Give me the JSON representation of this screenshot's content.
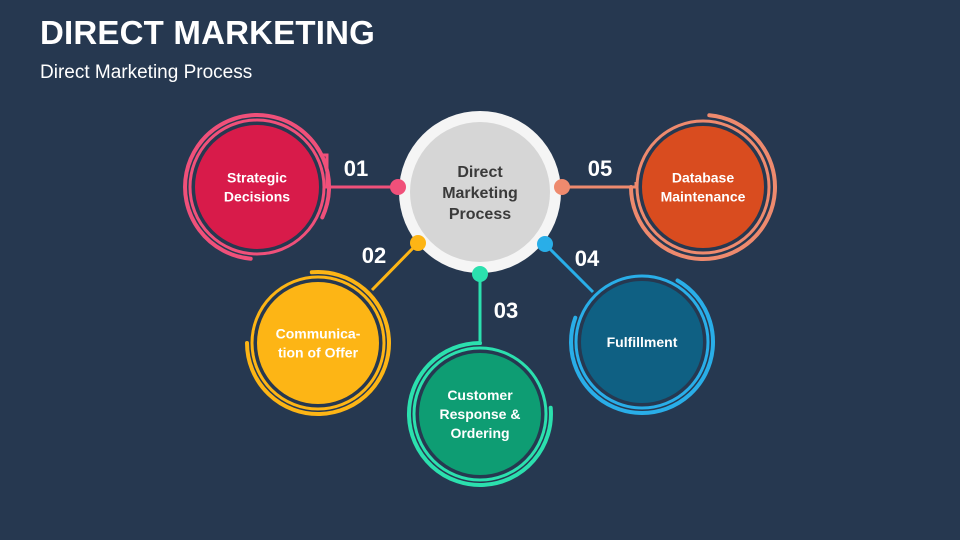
{
  "header": {
    "title": "DIRECT MARKETING",
    "subtitle": "Direct Marketing Process"
  },
  "center": {
    "lines": [
      "Direct",
      "Marketing",
      "Process"
    ]
  },
  "steps": [
    {
      "number": "01",
      "lines": [
        "Strategic",
        "Decisions"
      ],
      "color": "#D81B4A",
      "ring_color": "#F0507A"
    },
    {
      "number": "02",
      "lines": [
        "Communica-",
        "tion of Offer"
      ],
      "color": "#FDB515",
      "ring_color": "#FDB515"
    },
    {
      "number": "03",
      "lines": [
        "Customer",
        "Response &",
        "Ordering"
      ],
      "color": "#0E9D73",
      "ring_color": "#2BE0AE"
    },
    {
      "number": "04",
      "lines": [
        "Fulfillment"
      ],
      "color": "#0F6083",
      "ring_color": "#29AEE8"
    },
    {
      "number": "05",
      "lines": [
        "Database",
        "Maintenance"
      ],
      "color": "#D94C1F",
      "ring_color": "#EE8A6E"
    }
  ],
  "colors": {
    "background": "#263850",
    "center_fill": "#D6D6D6",
    "center_ring": "#F5F5F5"
  }
}
